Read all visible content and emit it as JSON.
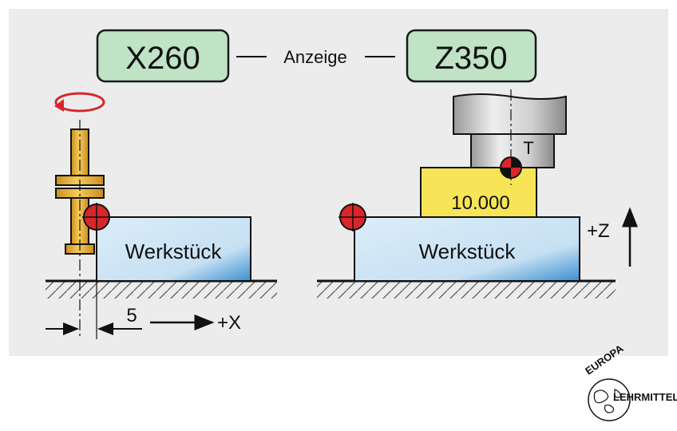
{
  "display": {
    "x_value": "X260",
    "z_value": "Z350",
    "connector_label": "Anzeige",
    "box_color": "#bfe3c4"
  },
  "left_scene": {
    "workpiece_label": "Werkstück",
    "dimension_label": "5",
    "axis_label": "+X",
    "edge_finder_color": "#e8b437",
    "rotation_arrow_color": "#d9262b"
  },
  "right_scene": {
    "workpiece_label": "Werkstück",
    "gauge_block_label": "10.000",
    "tool_label": "T",
    "axis_label": "+Z",
    "gauge_block_color": "#f7e557"
  },
  "logo": {
    "line1": "EUROPA",
    "line2": "LEHRMITTEL"
  },
  "colors": {
    "panel_background": "#ececec",
    "workpiece": "#c9e3f4",
    "reference_point": "#d9262b"
  }
}
